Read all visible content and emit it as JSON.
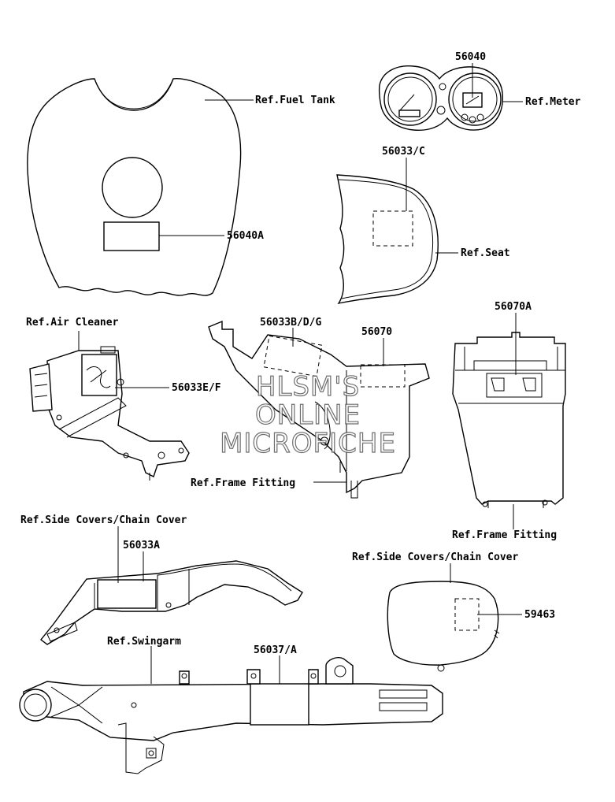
{
  "labels": {
    "ref_fuel_tank": "Ref.Fuel Tank",
    "p56040A": "56040A",
    "p56040": "56040",
    "ref_meter": "Ref.Meter",
    "p56033C": "56033/C",
    "ref_seat": "Ref.Seat",
    "ref_air_cleaner": "Ref.Air Cleaner",
    "p56033EF": "56033E/F",
    "p56033BDG": "56033B/D/G",
    "p56070": "56070",
    "p56070A": "56070A",
    "ref_frame_fitting_center": "Ref.Frame Fitting",
    "ref_frame_fitting_right": "Ref.Frame Fitting",
    "ref_side_covers_left": "Ref.Side Covers/Chain Cover",
    "p56033A": "56033A",
    "ref_side_covers_right": "Ref.Side Covers/Chain Cover",
    "p59463": "59463",
    "ref_swingarm": "Ref.Swingarm",
    "p56037A": "56037/A"
  },
  "watermark": {
    "line1": "HLSM'S",
    "line2": "ONLINE",
    "line3": "MICROFICHE"
  }
}
